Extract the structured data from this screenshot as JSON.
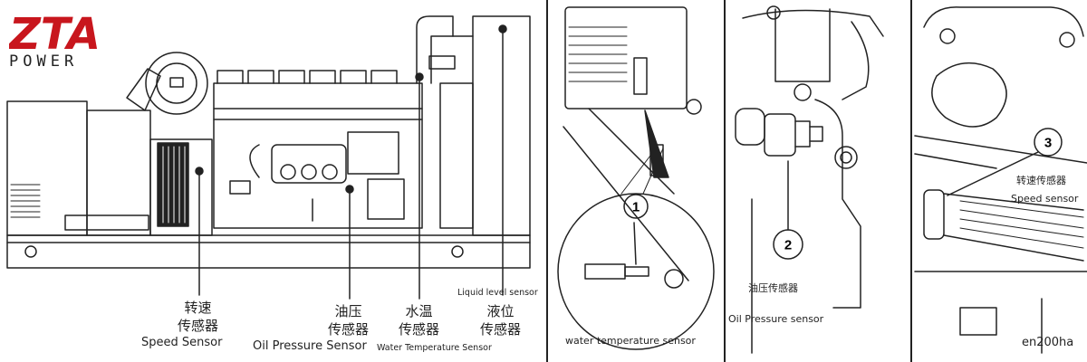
{
  "logo": {
    "brand": "ZTA",
    "sub": "POWER",
    "color": "#c8161d"
  },
  "left_labels": {
    "speed_cn_1": "转速",
    "speed_cn_2": "传感器",
    "speed_en": "Speed Sensor",
    "oil_cn_1": "油压",
    "oil_cn_2": "传感器",
    "oil_en": "Oil Pressure Sensor",
    "water_cn_1": "水温",
    "water_cn_2": "传感器",
    "water_en": "Water Temperature Sensor",
    "level_en": "Liquid level sensor",
    "level_cn_1": "液位",
    "level_cn_2": "传感器"
  },
  "right_labels": {
    "callout_1": "1",
    "callout_2": "2",
    "callout_3": "3",
    "water_en": "water temperature sensor",
    "oil_cn": "油压传感器",
    "oil_en": "Oil Pressure sensor",
    "speed_cn": "转速传感器",
    "speed_en": "Speed  sensor",
    "code": "en200ha"
  },
  "colors": {
    "line": "#222222",
    "accent": "#c8161d"
  }
}
